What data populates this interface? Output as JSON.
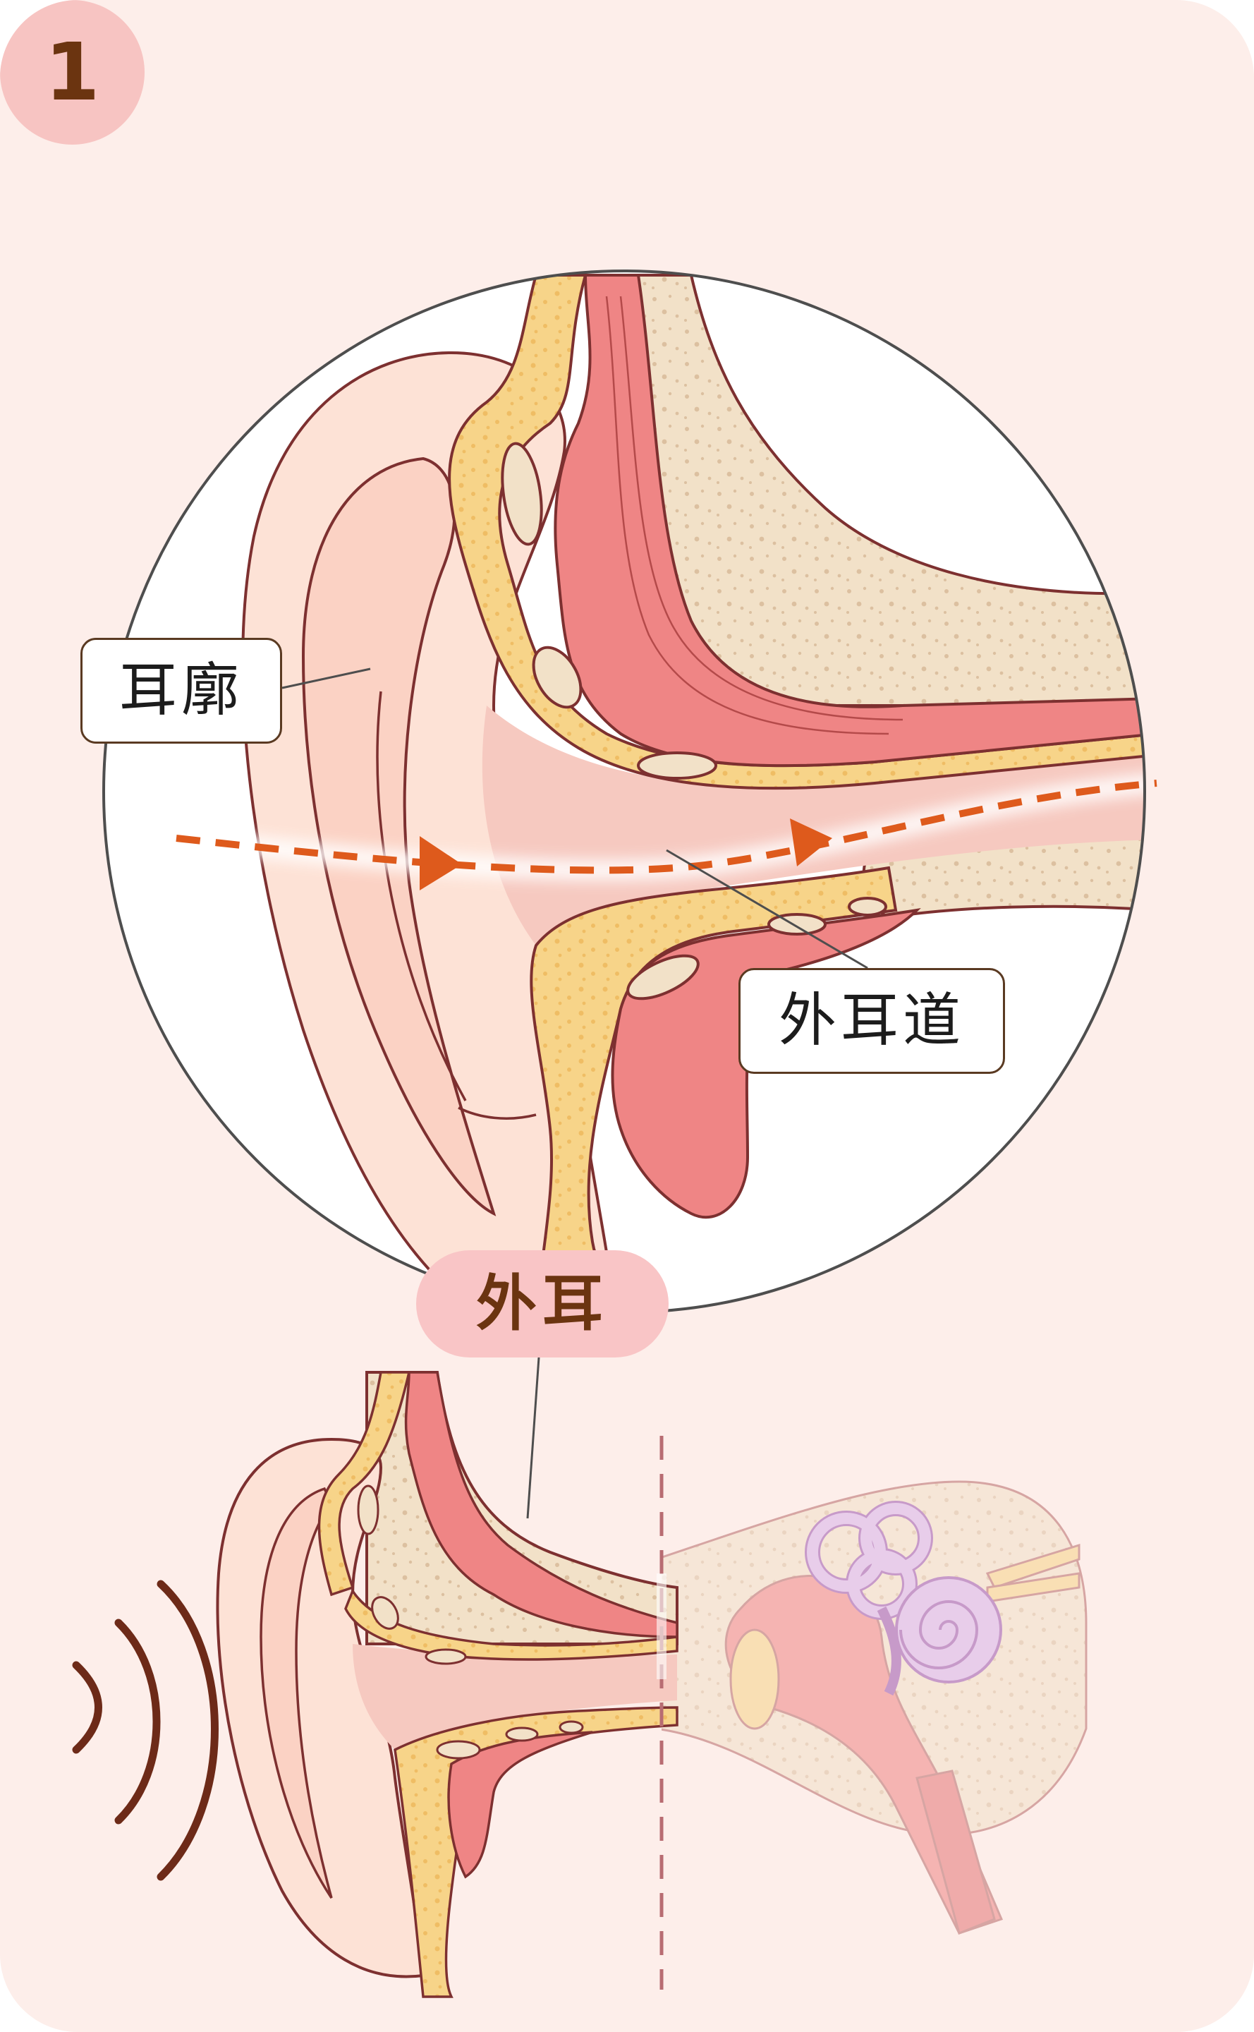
{
  "step_number": "1",
  "labels": {
    "pinna": "耳廓",
    "ear_canal": "外耳道",
    "section_title": "外耳"
  },
  "colors": {
    "background": "#fdeeea",
    "badge": "#f7c4c2",
    "badge_text": "#6b3410",
    "skin": "#fde2d6",
    "cartilage": "#f7d489",
    "muscle": "#ef8585",
    "bone": "#f2e1c8",
    "canal": "#f6c9c0",
    "arrow": "#de5a1c",
    "inner_ear": "#e8cdea",
    "outline": "#7d3030",
    "sound_waves": "#6d2a18"
  },
  "icons": {
    "sound_waves": "sound-waves-icon",
    "sound_direction": "arrow-right-icon"
  }
}
